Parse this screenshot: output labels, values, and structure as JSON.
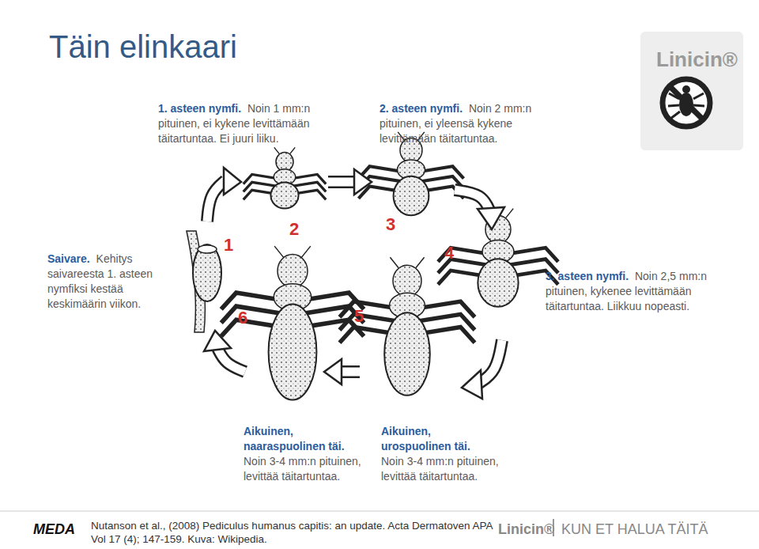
{
  "diagram": {
    "title": "Täin elinkaari",
    "labels": [
      "1. asteen nymfi.",
      "Noin 1 mm:n pituinen, ei kykene levittämään täitartuntaa. Ei juuri liiku.",
      "2. asteen nymfi.",
      "Noin 2 mm:n pituinen, ei yleensä kykene levittämään täitartuntaa.",
      "Linicin®",
      "Saivare.",
      "Kehitys saivareesta 1. asteen nymfiksi kestää keskimäärin viikon.",
      "1",
      "2",
      "3",
      "4",
      "5",
      "6",
      "3. asteen nymfi.",
      "Noin 2,5 mm:n pituinen, kykenee levittämään täitartuntaa. Liikkuu nopeasti.",
      "Aikuinen, naaraspuolinen täi.",
      "Noin 3-4 mm:n pituinen, levittää täitartuntaa.",
      "Aikuinen, urospuolinen täi.",
      "Noin 3-4 mm:n pituinen, levittää täitartuntaa.",
      "MEDA",
      "Nutanson et al., (2008) Pediculus humanus capitis: an update. Acta Dermatoven APA Vol 17 (4); 147-159. Kuva: Wikipedia.",
      "Linicin®",
      "KUN ET HALUA TÄITÄ"
    ]
  }
}
